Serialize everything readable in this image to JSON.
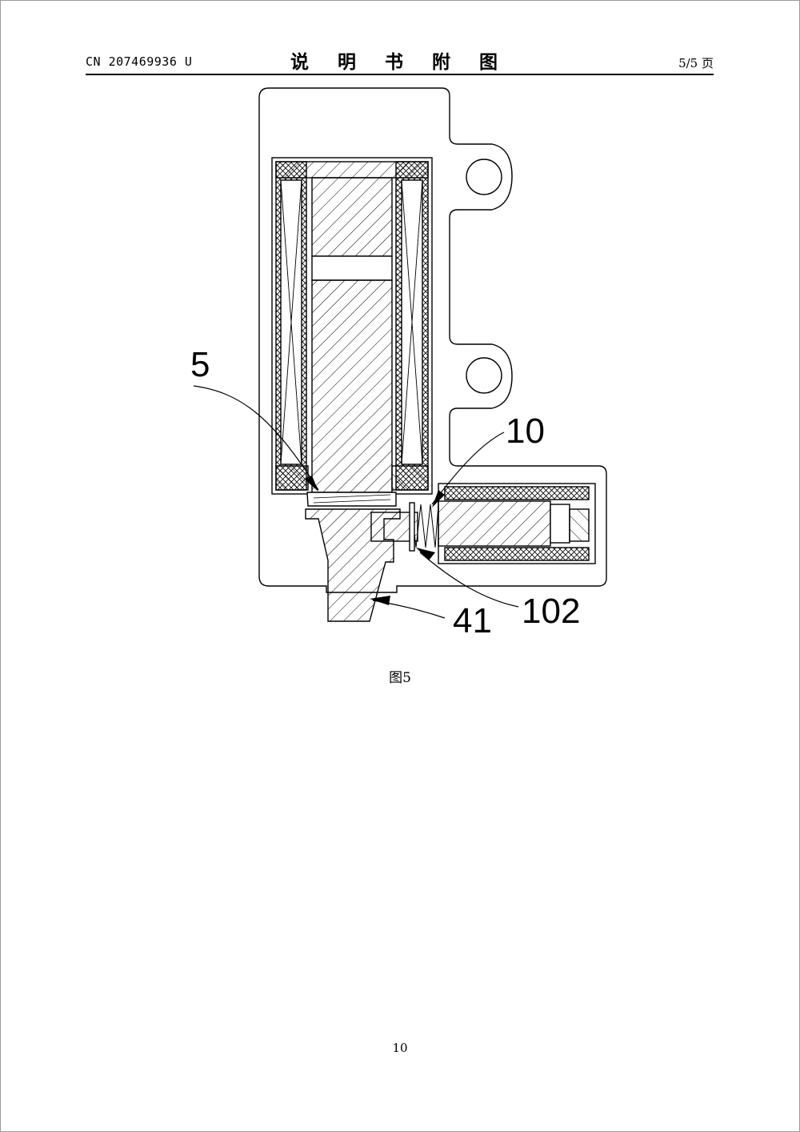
{
  "header": {
    "pub_number": "CN 207469936 U",
    "title": "说 明 书 附 图",
    "page_of": "5/5 页"
  },
  "figure": {
    "callouts": [
      "5",
      "10",
      "41",
      "102"
    ],
    "caption": "图5"
  },
  "footer": {
    "page_number": "10"
  }
}
